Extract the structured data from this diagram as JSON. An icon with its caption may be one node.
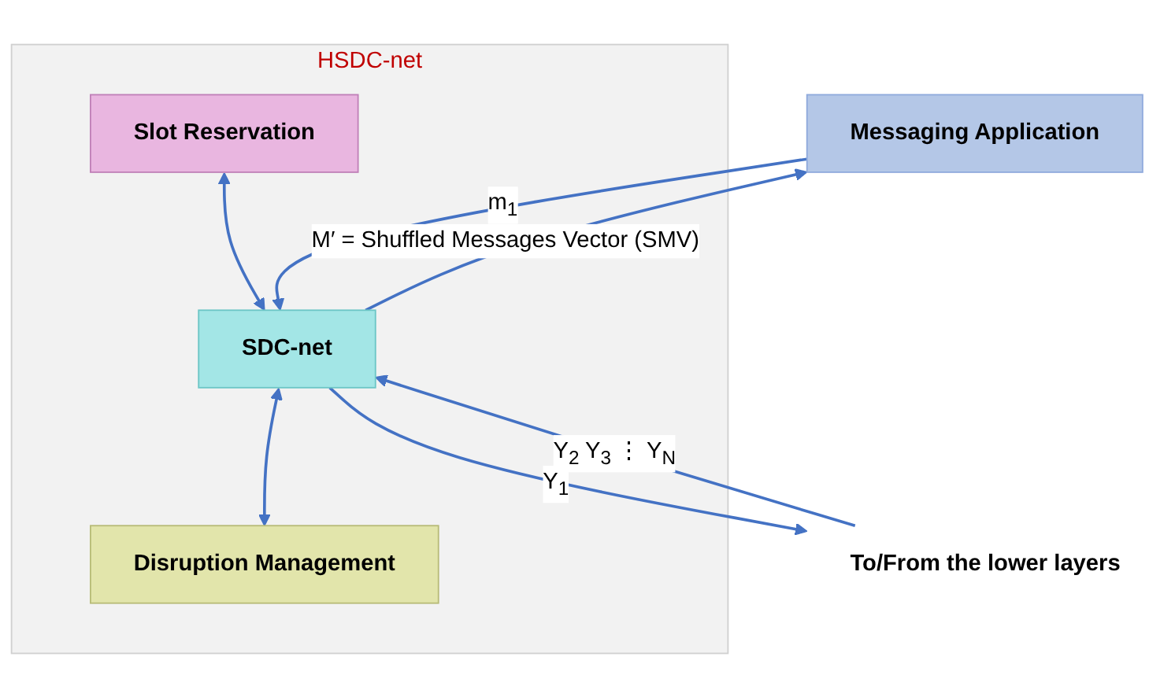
{
  "diagram": {
    "nodes": [
      {
        "text": [
          "Messaging Application"
        ]
      },
      {
        "text": [
          "HSDC-net"
        ]
      },
      {
        "text": [
          "Slot Reservation"
        ],
        "in": 1
      },
      {
        "text": [
          "SDC-net"
        ],
        "in": 1
      },
      {
        "text": [
          "Disruption Management"
        ],
        "in": 1
      },
      {
        "text": [
          "To/From the lower layers"
        ]
      }
    ],
    "edges": [
      {
        "from": 0,
        "to": 3,
        "arrow": "to",
        "label": "m$_{1}$"
      },
      {
        "from": 3,
        "to": 0,
        "arrow": "to",
        "label": "M′ = Shuffled Messages Vector (SMV)"
      },
      {
        "from": 2,
        "to": 3,
        "arrow": "both"
      },
      {
        "from": 3,
        "to": 4,
        "arrow": "both"
      },
      {
        "from": 3,
        "to": 5,
        "arrow": "to",
        "label": "Y$_{1}$"
      },
      {
        "from": 5,
        "to": 3,
        "arrow": "to",
        "label": "Y$_{2}$ Y$_{3}$ ⋮ Y$_{N}$"
      }
    ]
  }
}
